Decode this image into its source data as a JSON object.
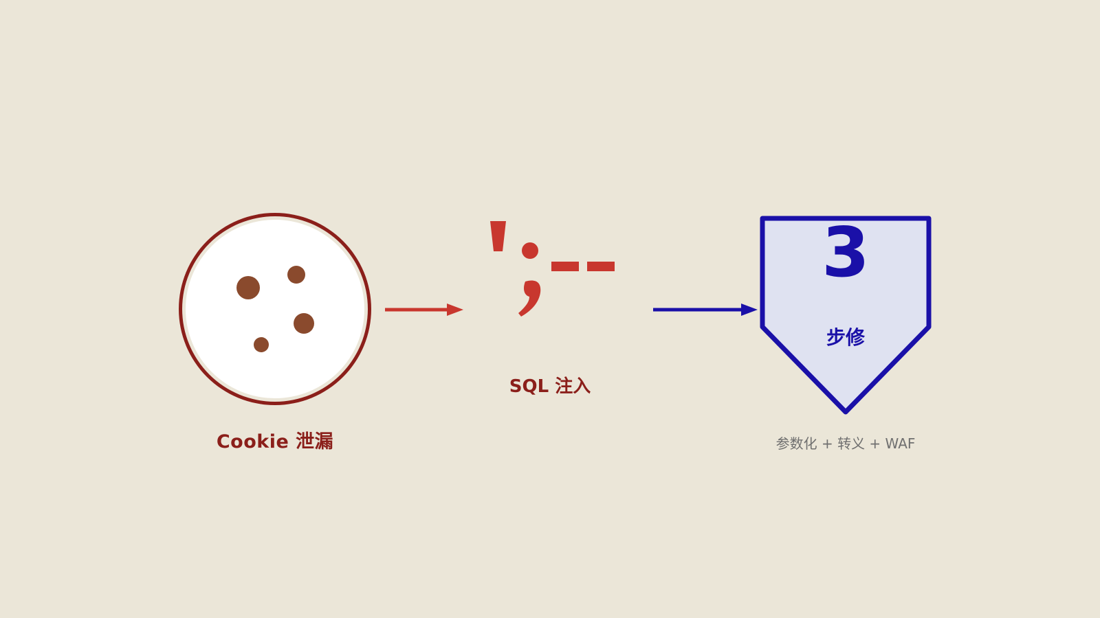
{
  "colors": {
    "background": "#ebe6d8",
    "danger_dark": "#8b1f1a",
    "danger": "#c8372e",
    "cookie_fill": "#ffffff",
    "cookie_chip": "#8a4a2d",
    "fix_blue": "#1a10a8",
    "shield_fill": "#dfe2f1",
    "caption_gray": "#6f6f6f"
  },
  "steps": {
    "cookie": {
      "label": "Cookie 泄漏",
      "icon": "cookie-icon"
    },
    "sql": {
      "glyph_quote": "'",
      "glyph_semicolon": ";",
      "glyph_dashes": "--",
      "label": "SQL 注入",
      "icon": "sql-injection-glyphs"
    },
    "fix": {
      "number": "3",
      "caption": "步修",
      "label": "参数化 + 转义 + WAF",
      "icon": "shield-icon"
    }
  }
}
